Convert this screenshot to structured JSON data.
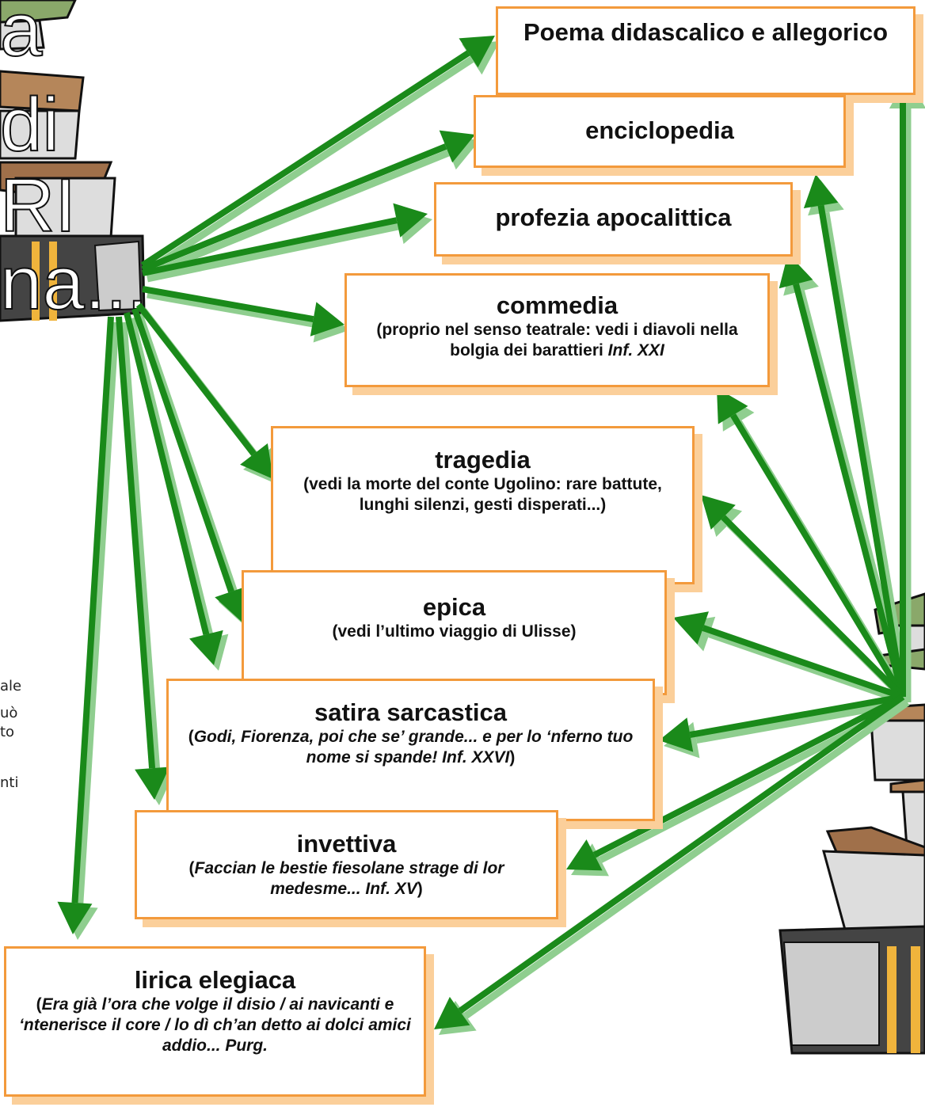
{
  "title_fragments": [
    "a",
    "di",
    "RI",
    "na..."
  ],
  "side_fragments": [
    "ale",
    "uò",
    "to",
    "nti"
  ],
  "boxes": [
    {
      "id": "poema",
      "title": "Poema didascalico e allegorico"
    },
    {
      "id": "enciclopedia",
      "title": "enciclopedia"
    },
    {
      "id": "profezia",
      "title": "profezia apocalittica"
    },
    {
      "id": "commedia",
      "title": "commedia",
      "sub": "(proprio nel senso teatrale: vedi i diavoli nella bolgia dei barattieri ",
      "sub_em": "Inf. XXI"
    },
    {
      "id": "tragedia",
      "title": "tragedia",
      "sub": "(vedi la morte del conte Ugolino: rare battute, lunghi silenzi, gesti disperati...)"
    },
    {
      "id": "epica",
      "title": "epica",
      "sub": "(vedi l’ultimo viaggio di Ulisse)"
    },
    {
      "id": "satira",
      "title": "satira sarcastica",
      "sub_pre": "(",
      "sub_em": "Godi, Fiorenza, poi che se’ grande... e per lo ‘nferno tuo nome si spande! Inf. XXVI",
      "sub_post": ")"
    },
    {
      "id": "invettiva",
      "title": "invettiva",
      "sub_pre": "(",
      "sub_em": "Faccian le bestie fiesolane strage di lor medesme... Inf. XV",
      "sub_post": ")"
    },
    {
      "id": "lirica",
      "title": "lirica elegiaca",
      "sub_pre": "(",
      "sub_em": "Era già l’ora che volge il disio / ai navicanti e ‘ntenerisce il core / lo dì ch’an detto ai dolci amici addio... Purg.",
      "sub_post": ""
    }
  ],
  "colors": {
    "arrow": "#1a8a1a",
    "arrow_shadow": "#8fce8f",
    "box_border": "#f39a3c",
    "box_shadow": "#fbcf9a"
  }
}
